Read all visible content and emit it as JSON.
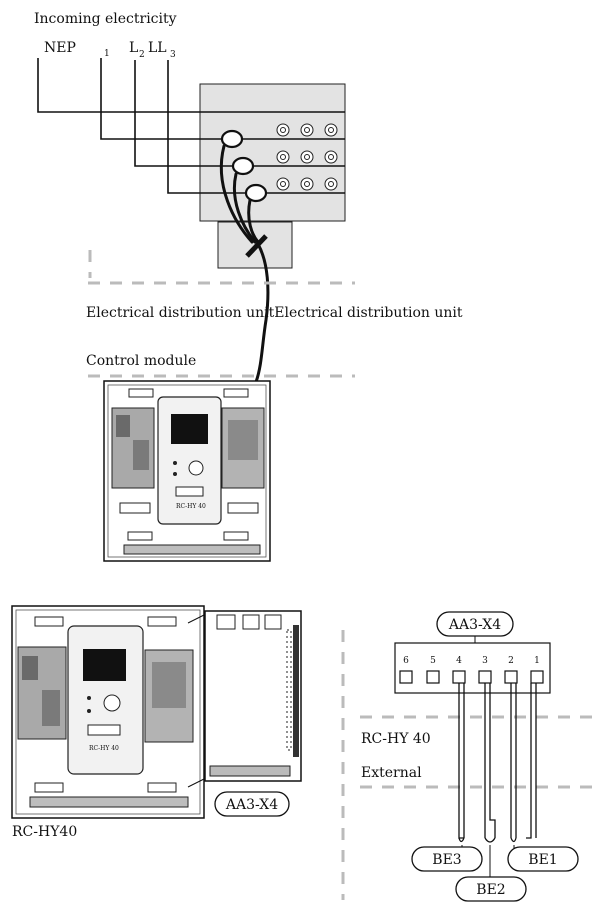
{
  "supply": {
    "title": "Incoming electricity",
    "n_pe": "NEP",
    "l1_sub": "1",
    "l2": "L",
    "l2_sub": "2",
    "l3": "LL",
    "l3_sub": "3"
  },
  "labels": {
    "distribution": "Electrical distribution unitElectrical distribution unit",
    "control_module": "Control module",
    "rc_hy40_left": "RC-HY40",
    "rc_hy40_right": "RC-HY 40",
    "external": "External"
  },
  "terminal_block": {
    "name": "AA3-X4",
    "pins": [
      "6",
      "5",
      "4",
      "3",
      "2",
      "1"
    ]
  },
  "callout": {
    "name": "AA3-X4"
  },
  "sensors": [
    "BE3",
    "BE1",
    "BE2"
  ],
  "display_label": "RC-HY 40"
}
